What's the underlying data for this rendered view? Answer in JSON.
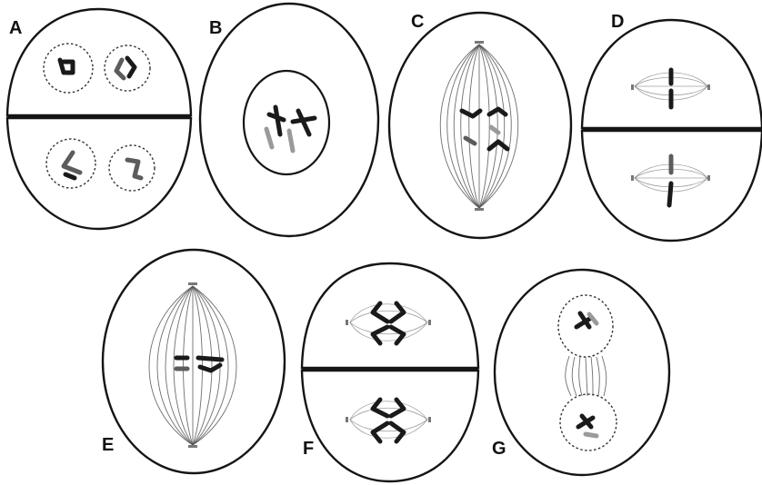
{
  "panels": [
    {
      "id": "A",
      "label": "A"
    },
    {
      "id": "B",
      "label": "B"
    },
    {
      "id": "C",
      "label": "C"
    },
    {
      "id": "D",
      "label": "D"
    },
    {
      "id": "E",
      "label": "E"
    },
    {
      "id": "F",
      "label": "F"
    },
    {
      "id": "G",
      "label": "G"
    }
  ],
  "colors": {
    "outline": "#151515",
    "chromosome_dark": "#1a1a1a",
    "chromosome_mid": "#5c5c5c",
    "chromosome_light": "#9a9a9a",
    "spindle": "#555555"
  }
}
